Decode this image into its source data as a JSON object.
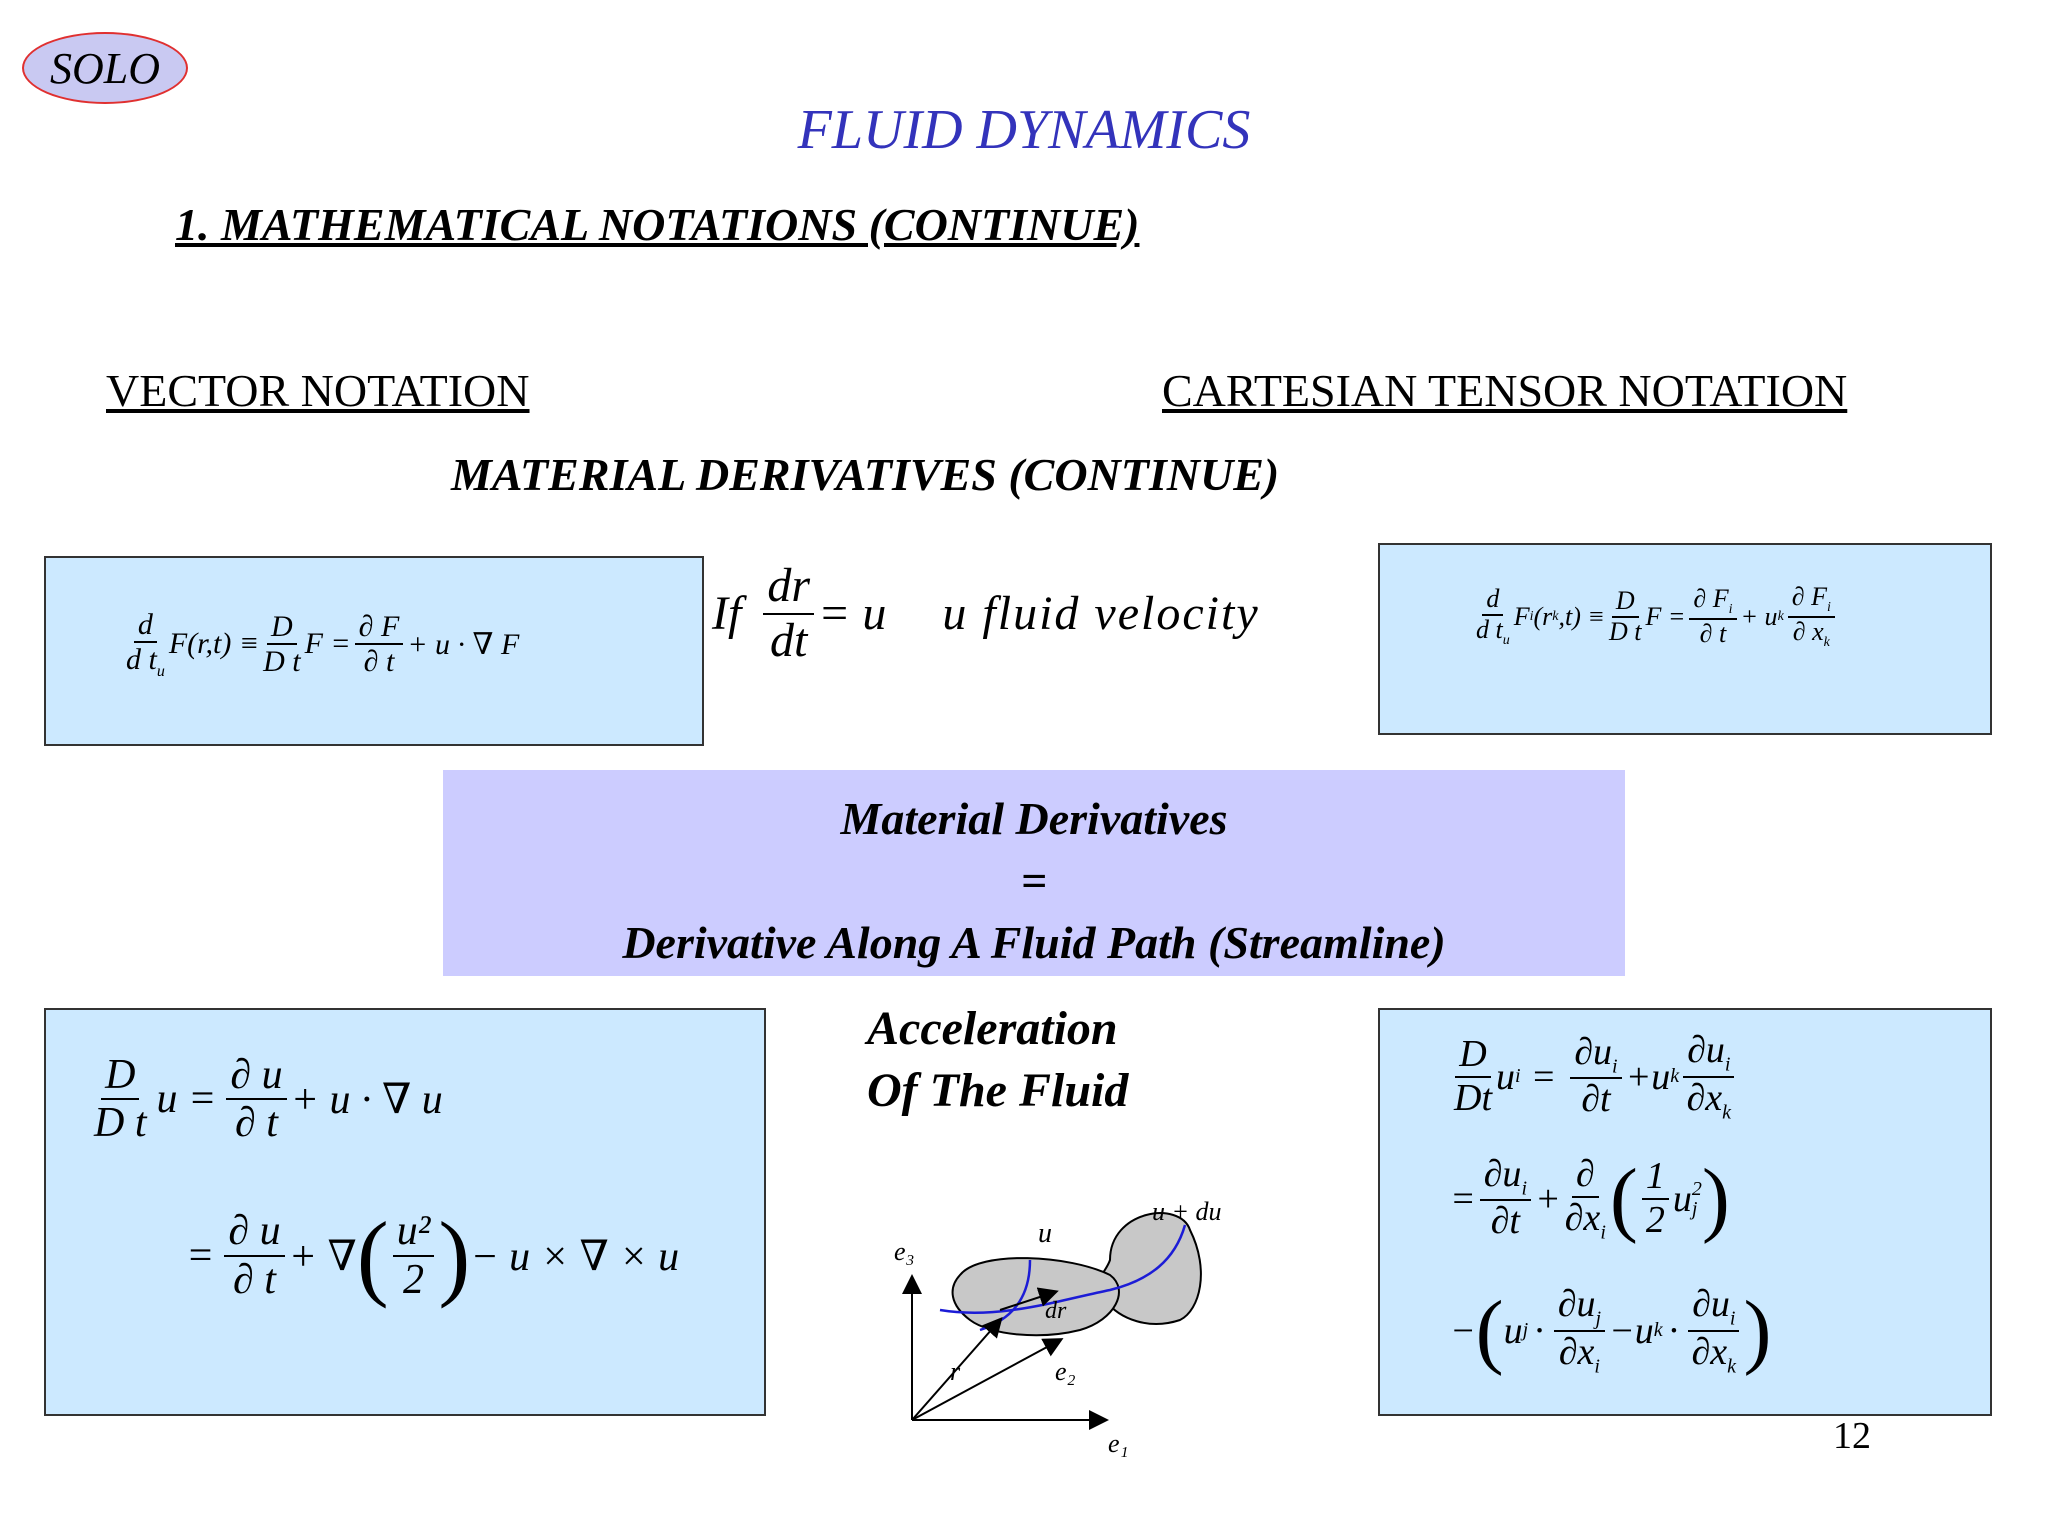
{
  "logo": {
    "text": "SOLO"
  },
  "title": "FLUID DYNAMICS",
  "subtitle": "1. MATHEMATICAL NOTATIONS (CONTINUE)",
  "vector_heading": "VECTOR NOTATION",
  "tensor_heading": "CARTESIAN TENSOR NOTATION",
  "section_heading": "MATERIAL DERIVATIVES (CONTINUE)",
  "eq_vector_def": {
    "lhs_num": "d",
    "lhs_den": "d t",
    "lhs_den_sub": "u",
    "lhs_rest": "F(r,t) ≡",
    "mid_num": "D",
    "mid_den": "D t",
    "mid_rest": "F =",
    "rhs_num": "∂ F",
    "rhs_den": "∂ t",
    "rhs_rest": "+ u · ∇ F"
  },
  "eq_middle": {
    "if": "If",
    "num": "dr",
    "den": "dt",
    "rest": "= u",
    "note": "u  fluid velocity"
  },
  "eq_tensor_def": {
    "lhs_num": "d",
    "lhs_den": "d t",
    "lhs_den_sub": "u",
    "lhs_rest": "F",
    "lhs_sub": "i",
    "lhs_args": "(r",
    "lhs_args_sub": "k",
    "lhs_args_end": ",t) ≡",
    "mid_num": "D",
    "mid_den": "D t",
    "mid_rest": "F =",
    "rhs1_num": "∂ F",
    "rhs1_num_sub": "i",
    "rhs1_den": "∂ t",
    "plus_u": "+ u",
    "plus_u_sub": "k",
    "rhs2_num": "∂ F",
    "rhs2_num_sub": "i",
    "rhs2_den": "∂ x",
    "rhs2_den_sub": "k"
  },
  "band": {
    "line1": "Material Derivatives",
    "line2": "=",
    "line3": "Derivative Along A Fluid Path (Streamline)"
  },
  "accel_label": {
    "line1": "Acceleration",
    "line2": "Of The Fluid"
  },
  "eq_vector_accel": {
    "l1_num": "D",
    "l1_den": "D t",
    "l1_mid": "u =",
    "l1_num2": "∂ u",
    "l1_den2": "∂ t",
    "l1_rest": "+ u · ∇ u",
    "l2_eq": "=",
    "l2_num": "∂ u",
    "l2_den": "∂ t",
    "l2_plus": "+ ∇",
    "l2_pnum": "u²",
    "l2_pden": "2",
    "l2_rest": "− u × ∇ × u"
  },
  "eq_tensor_accel": {
    "l1_num": "D",
    "l1_den": "Dt",
    "l1_u": "u",
    "l1_u_sub": "i",
    "l1_eq": "=",
    "l1_n1": "∂u",
    "l1_n1_sub": "i",
    "l1_d1": "∂t",
    "l1_plus": "+u",
    "l1_plus_sub": "k",
    "l1_n2": "∂u",
    "l1_n2_sub": "i",
    "l1_d2": "∂x",
    "l1_d2_sub": "k",
    "l2_eq": "=",
    "l2_n1": "∂u",
    "l2_n1_sub": "i",
    "l2_d1": "∂t",
    "l2_plus": "+",
    "l2_n2": "∂",
    "l2_d2": "∂x",
    "l2_d2_sub": "i",
    "l2_hn": "1",
    "l2_hd": "2",
    "l2_u": "u",
    "l2_u_sub": "j",
    "l2_u_sup": "2",
    "l3_minus": "−",
    "l3_u": "u",
    "l3_u_sub": "j",
    "l3_dot": "·",
    "l3_n1": "∂u",
    "l3_n1_sub": "j",
    "l3_d1": "∂x",
    "l3_d1_sub": "i",
    "l3_mid": "−u",
    "l3_mid_sub": "k",
    "l3_dot2": "·",
    "l3_n2": "∂u",
    "l3_n2_sub": "i",
    "l3_d2": "∂x",
    "l3_d2_sub": "k"
  },
  "diagram": {
    "labels": {
      "e3": "e₃",
      "e2": "e₂",
      "e1": "e₁",
      "r": "r",
      "u": "u",
      "u_du": "u + du",
      "dr": "dr"
    },
    "colors": {
      "blob": "#c8c8c8",
      "path": "#1c1cd6"
    }
  },
  "page_number": "12"
}
